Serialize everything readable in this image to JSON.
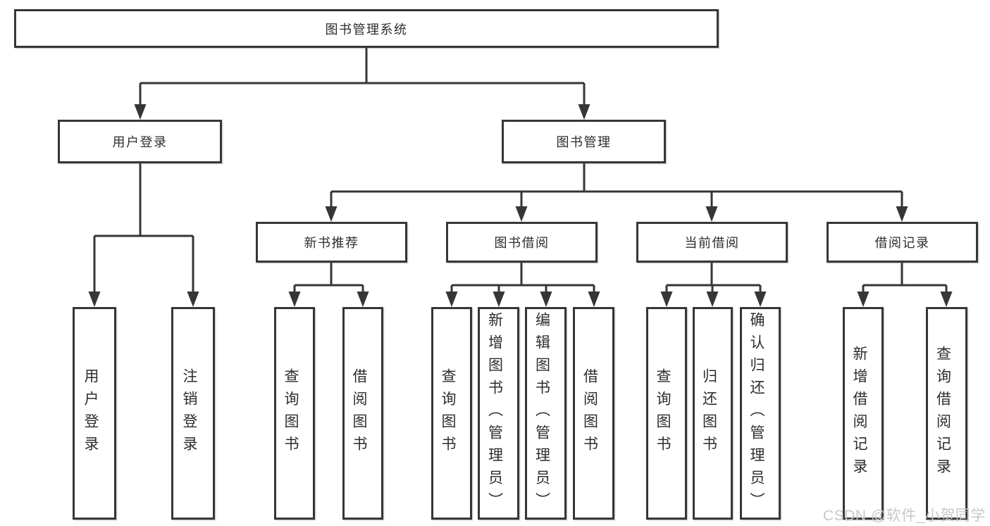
{
  "diagram": {
    "root": {
      "label": "图书管理系统"
    },
    "level2": {
      "user_login": {
        "label": "用户登录"
      },
      "book_mgmt": {
        "label": "图书管理"
      }
    },
    "level3": {
      "new_books": {
        "label": "新书推荐"
      },
      "borrowing": {
        "label": "图书借阅"
      },
      "current": {
        "label": "当前借阅"
      },
      "records": {
        "label": "借阅记录"
      }
    },
    "leaves": {
      "user_login": [
        "用户登录",
        "注销登录"
      ],
      "new_books": [
        "查询图书",
        "借阅图书"
      ],
      "borrowing": [
        "查询图书",
        "新增图书（管理员）",
        "编辑图书（管理员）",
        "借阅图书"
      ],
      "current": [
        "查询图书",
        "归还图书",
        "确认归还（管理员）"
      ],
      "records": [
        "新增借阅记录",
        "查询借阅记录"
      ]
    }
  },
  "watermark": {
    "text": "CSDN @软件_小贺同学"
  },
  "colors": {
    "line": "#363636",
    "box_border": "#363636",
    "text": "#2d2d2d",
    "watermark": "#c8c8c8",
    "background": "#ffffff"
  }
}
